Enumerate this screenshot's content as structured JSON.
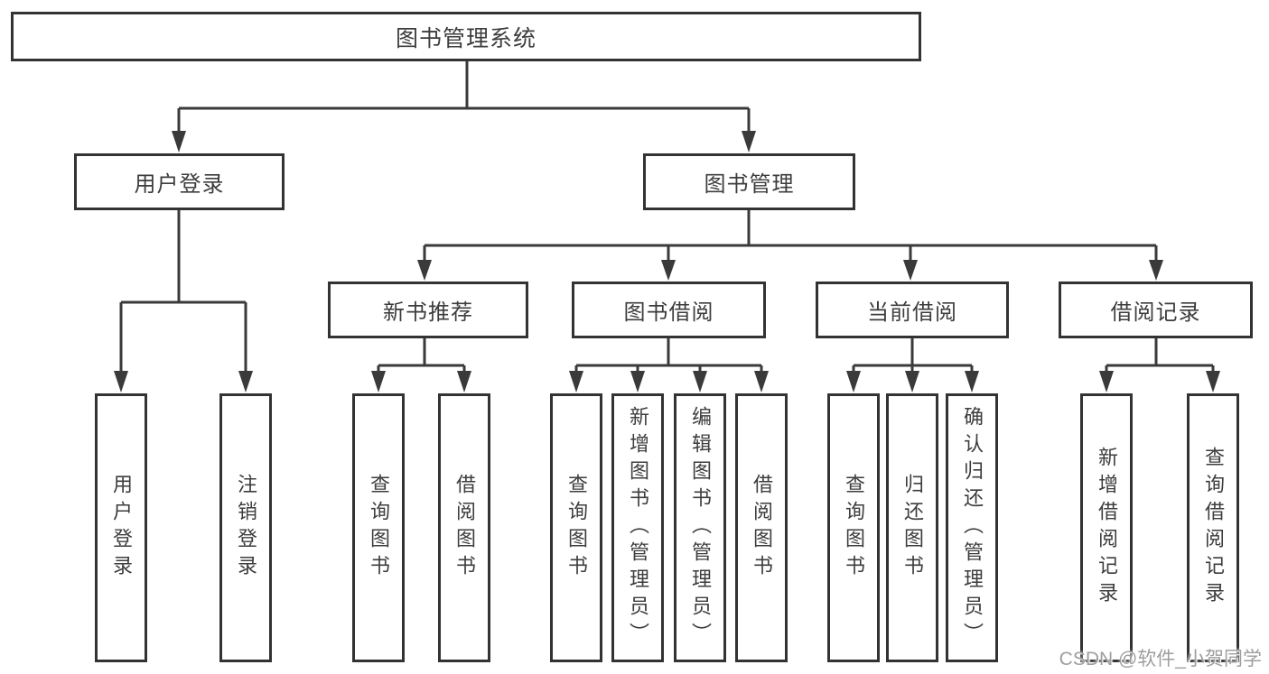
{
  "colors": {
    "line": "#3a3a3a",
    "border": "#333333",
    "text": "#3d3d3d",
    "watermark": "#9e9e9e",
    "bg": "#ffffff"
  },
  "tree": {
    "root": {
      "label": "图书管理系统",
      "children": [
        {
          "label": "用户登录",
          "children": [
            {
              "label": "用户登录"
            },
            {
              "label": "注销登录"
            }
          ]
        },
        {
          "label": "图书管理",
          "children": [
            {
              "label": "新书推荐",
              "children": [
                {
                  "label": "查询图书"
                },
                {
                  "label": "借阅图书"
                }
              ]
            },
            {
              "label": "图书借阅",
              "children": [
                {
                  "label": "查询图书"
                },
                {
                  "label": "新增图书（管理员）"
                },
                {
                  "label": "编辑图书（管理员）"
                },
                {
                  "label": "借阅图书"
                }
              ]
            },
            {
              "label": "当前借阅",
              "children": [
                {
                  "label": "查询图书"
                },
                {
                  "label": "归还图书"
                },
                {
                  "label": "确认归还（管理员）"
                }
              ]
            },
            {
              "label": "借阅记录",
              "children": [
                {
                  "label": "新增借阅记录"
                },
                {
                  "label": "查询借阅记录"
                }
              ]
            }
          ]
        }
      ]
    }
  },
  "watermark": {
    "text": "CSDN @软件_小贺同学"
  }
}
